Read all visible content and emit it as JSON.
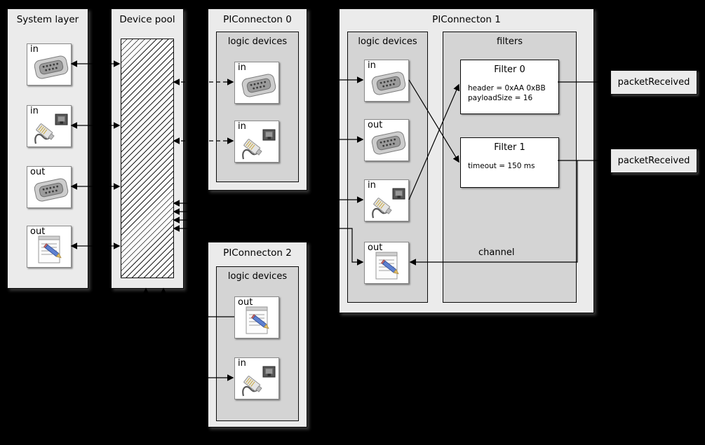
{
  "system_layer": {
    "title": "System layer",
    "devices": [
      {
        "label": "in",
        "icon": "serial-connector"
      },
      {
        "label": "in",
        "icon": "ethernet-plug"
      },
      {
        "label": "out",
        "icon": "serial-connector"
      },
      {
        "label": "out",
        "icon": "notes-document"
      }
    ]
  },
  "device_pool": {
    "title": "Device pool"
  },
  "piconnecton0": {
    "title": "PIConnecton 0",
    "section_title": "logic devices",
    "devices": [
      {
        "label": "in",
        "icon": "serial-connector"
      },
      {
        "label": "in",
        "icon": "ethernet-plug"
      }
    ]
  },
  "piconnecton2": {
    "title": "PIConnecton 2",
    "section_title": "logic devices",
    "devices": [
      {
        "label": "out",
        "icon": "notes-document"
      },
      {
        "label": "in",
        "icon": "ethernet-plug"
      }
    ]
  },
  "piconnecton1": {
    "title": "PIConnecton 1",
    "logic_section_title": "logic devices",
    "filters_section_title": "filters",
    "devices": [
      {
        "label": "in",
        "icon": "serial-connector"
      },
      {
        "label": "out",
        "icon": "serial-connector"
      },
      {
        "label": "in",
        "icon": "ethernet-plug"
      },
      {
        "label": "out",
        "icon": "notes-document"
      }
    ],
    "filters": [
      {
        "title": "Filter 0",
        "params": [
          "header = 0xAA 0xBB",
          "payloadSize = 16"
        ]
      },
      {
        "title": "Filter 1",
        "params": [
          "timeout = 150 ms"
        ]
      }
    ],
    "channel_label": "channel"
  },
  "events": [
    {
      "label": "packetReceived"
    },
    {
      "label": "packetReceived"
    }
  ]
}
